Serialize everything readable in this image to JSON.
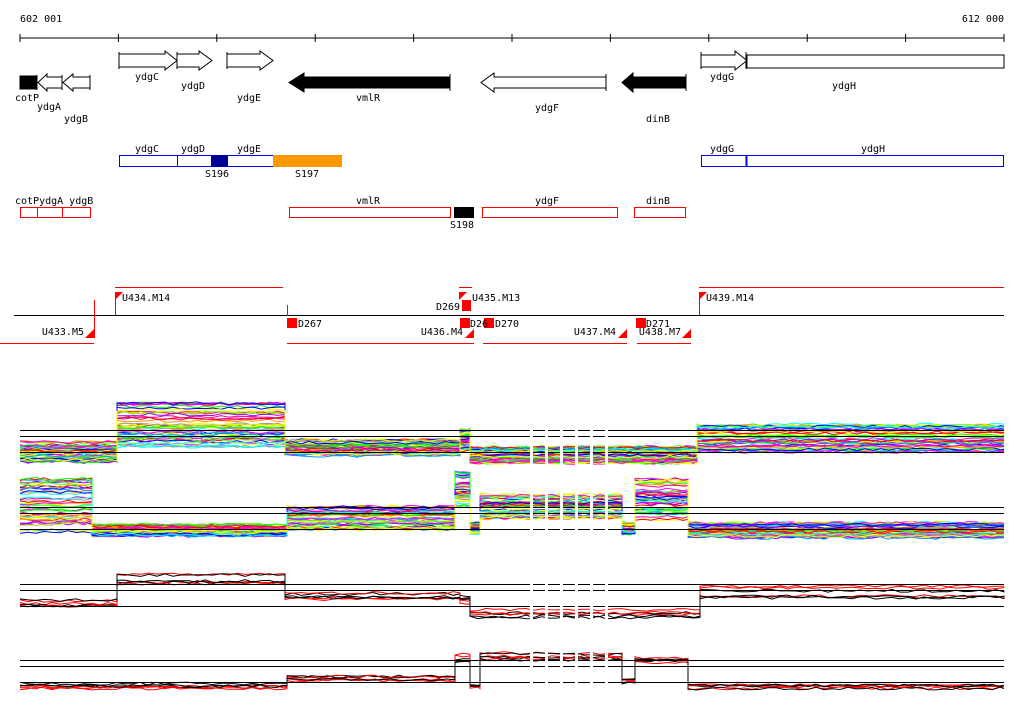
{
  "ruler": {
    "start_label": "602 001",
    "end_label": "612 000"
  },
  "genes": {
    "cotP": "cotP",
    "ydgA": "ydgA",
    "ydgB": "ydgB",
    "ydgC": "ydgC",
    "ydgD": "ydgD",
    "ydgE": "ydgE",
    "vmlR": "vmlR",
    "ydgF": "ydgF",
    "dinB": "dinB",
    "ydgG": "ydgG",
    "ydgH": "ydgH"
  },
  "operons_blue": {
    "ydgC": "ydgC",
    "ydgD": "ydgD",
    "ydgE": "ydgE",
    "S196": "S196",
    "S197": "S197",
    "ydgG": "ydgG",
    "ydgH": "ydgH"
  },
  "operons_red": {
    "labels": "cotPydgA ydgB",
    "vmlR": "vmlR",
    "S198": "S198",
    "ydgF": "ydgF",
    "dinB": "dinB"
  },
  "transcripts": {
    "U433": "U433.M5",
    "U434": "U434.M14",
    "U435": "U435.M13",
    "U436": "U436.M4",
    "U437": "U437.M4",
    "U438": "U438.M7",
    "U439": "U439.M14",
    "D267": "D267",
    "D268": "D26",
    "D269": "D269",
    "D270": "D270",
    "D271": "D271"
  },
  "colors": {
    "blue": "#0000ff",
    "dark_blue": "#000099",
    "orange": "#ff9900",
    "red": "#ff0000"
  }
}
